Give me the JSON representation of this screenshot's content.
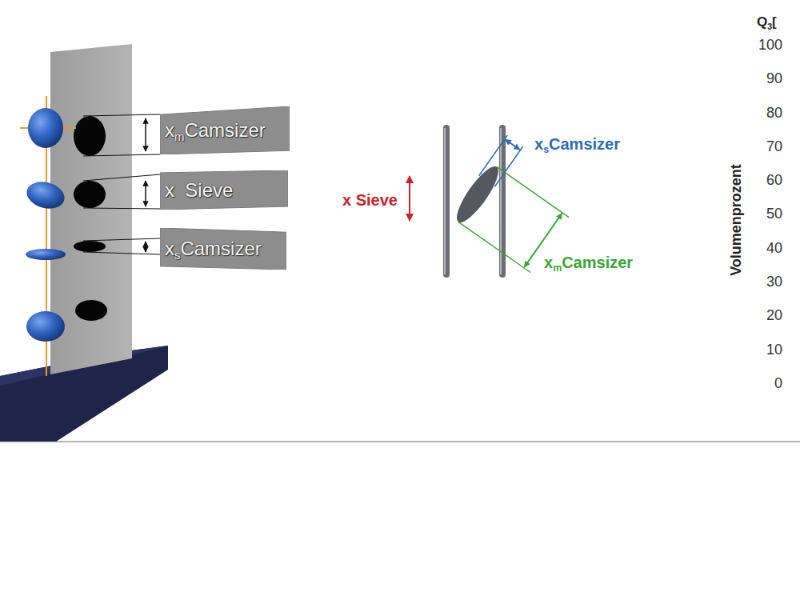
{
  "diagram": {
    "nodes": [
      {
        "text": [
          "x",
          "m",
          "Camsizer"
        ]
      },
      {
        "text": [
          "x  Sieve"
        ]
      },
      {
        "text": [
          "x",
          "s",
          "Camsizer"
        ]
      }
    ],
    "labels": [
      "x Sieve",
      "x",
      "s",
      "Camsizer",
      "x",
      "m",
      "Camsizer",
      "Q",
      "3",
      "[",
      "100",
      "90",
      "80",
      "70",
      "60",
      "50",
      "40",
      "30",
      "20",
      "10",
      "0",
      "Volumenprozent"
    ]
  }
}
